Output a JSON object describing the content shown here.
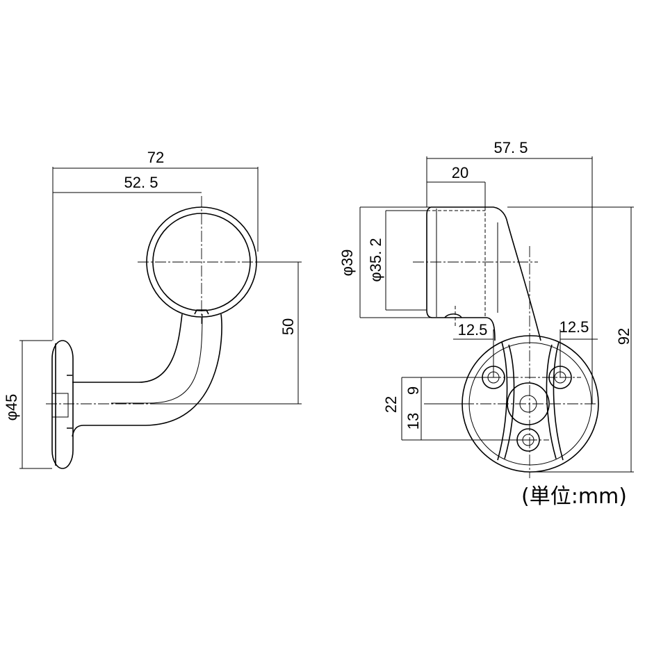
{
  "left_view": {
    "dim_overall_width": "72",
    "dim_center_offset": "52. 5",
    "dim_vertical_offset": "50",
    "dim_flange_diameter": "φ45"
  },
  "right_view": {
    "dim_overall_depth": "57. 5",
    "dim_sleeve_length": "20",
    "dim_outer_diameter": "φ39",
    "dim_inner_diameter": "φ35. 2",
    "dim_hole_offset_left": "12.5",
    "dim_hole_offset_right": "12.5",
    "dim_overall_height": "92",
    "dim_vertical_22": "22",
    "dim_vertical_9": "9",
    "dim_vertical_13": "13"
  },
  "unit_note": "(単位:mm)"
}
